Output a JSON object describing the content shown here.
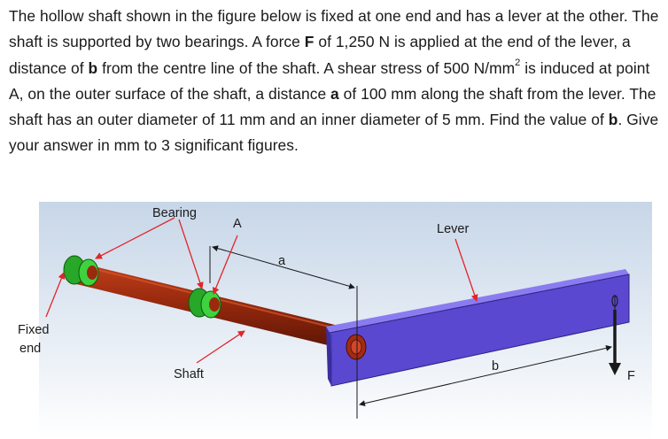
{
  "question": {
    "p1": "The hollow shaft shown in the figure below is fixed at one end and has a lever at the other. The shaft is supported by two bearings. A force ",
    "force_symbol": "F",
    "p2": " of 1,250 N is applied at the end of the lever, a distance of ",
    "b_symbol": "b",
    "p3": " from the centre line of the shaft. A shear stress of 500 N/mm",
    "sup": "2",
    "p4": " is induced at point A, on the outer surface of the shaft, a distance ",
    "a_symbol": "a",
    "p5": " of 100 mm along the shaft from the lever. The shaft has an outer diameter of 11 mm and an inner diameter of 5 mm. Find the value of ",
    "b_symbol2": "b",
    "p6": ". Give your answer in mm to 3 significant figures."
  },
  "figure": {
    "labels": {
      "bearing": "Bearing",
      "point_a": "A",
      "dim_a": "a",
      "lever": "Lever",
      "fixed_line1": "Fixed",
      "fixed_line2": "end",
      "shaft": "Shaft",
      "dim_b": "b",
      "force": "F"
    },
    "colors": {
      "shaft": "#9a2a0e",
      "bearing": "#2fb82f",
      "lever": "#5a48d0",
      "pointer_arrows": "#e0262a",
      "dimension_lines": "#1a1a1a"
    }
  }
}
